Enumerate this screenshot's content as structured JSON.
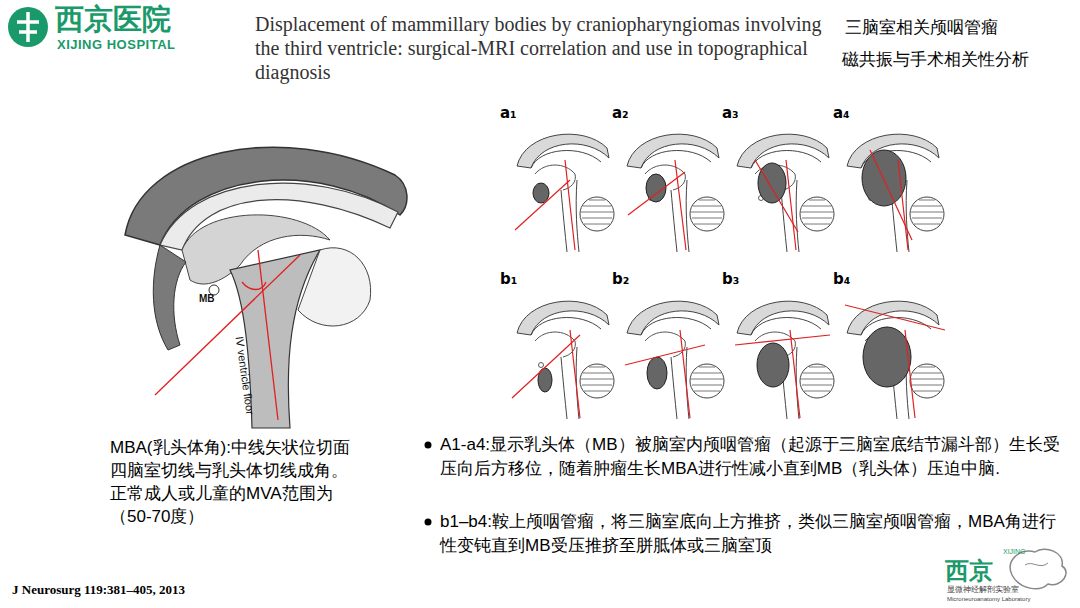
{
  "diagram": {
    "title": "Displacement of mammillary bodies by craniopharyngiomas involving the third ventricle: surgical-MRI correlation and use in topographical diagnosis",
    "labels": [
      "西京医院",
      "XIJING HOSPITAL",
      "三脑室相关颅咽管瘤",
      "磁共振与手术相关性分析",
      "MB",
      "IV ventricle floor",
      "a₁",
      "a₂",
      "a₃",
      "a₄",
      "b₁",
      "b₂",
      "b₃",
      "b₄",
      "MBA(乳头体角):中线矢状位切面四脑室切线与乳头体切线成角。正常成人或儿童的MVA范围为（50-70度）",
      "A1-a4:显示乳头体（MB）被脑室内颅咽管瘤（起源于三脑室底结节漏斗部）生长受压向后方移位，随着肿瘤生长MBA进行性减小直到MB（乳头体）压迫中脑.",
      "b1–b4:鞍上颅咽管瘤，将三脑室底向上方推挤，类似三脑室颅咽管瘤，MBA角进行性变钝直到MB受压推挤至胼胝体或三脑室顶",
      "J Neurosurg 119:381–405, 2013",
      "西京",
      "XIJING",
      "显微神经解剖实验室",
      "Microneuroanatomy Laboratory"
    ]
  }
}
